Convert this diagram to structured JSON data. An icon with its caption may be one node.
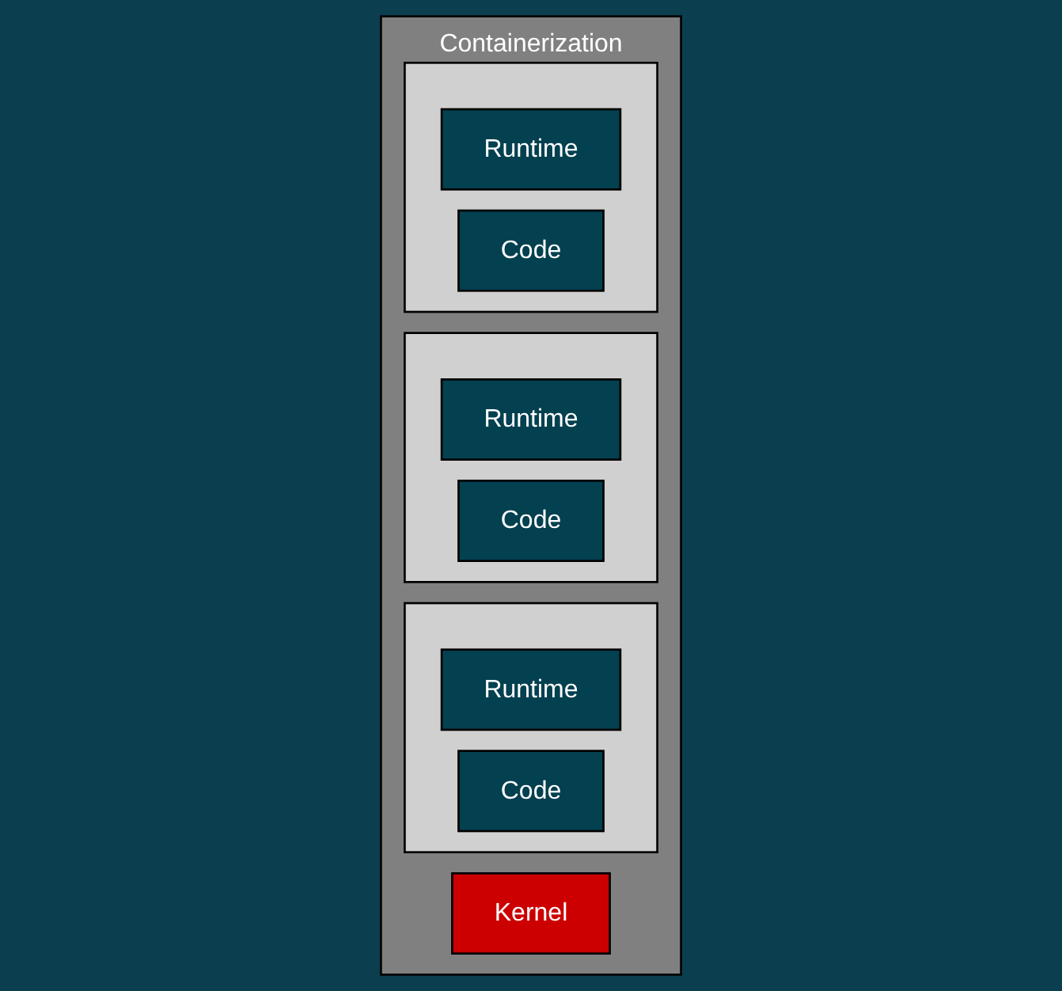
{
  "diagram": {
    "nodes": [
      {
        "text": [
          "Containerization"
        ]
      },
      {
        "text": [
          "Kernel"
        ],
        "in": 0
      },
      {
        "text": [],
        "shape": "box",
        "in": 0
      },
      {
        "text": [
          "Runtime"
        ],
        "in": 2
      },
      {
        "text": [
          "Code"
        ],
        "in": 2
      },
      {
        "text": [],
        "shape": "box",
        "in": 0
      },
      {
        "text": [
          "Runtime"
        ],
        "in": 5
      },
      {
        "text": [
          "Code"
        ],
        "in": 5
      },
      {
        "text": [],
        "shape": "box",
        "in": 0
      },
      {
        "text": [
          "Runtime"
        ],
        "in": 8
      },
      {
        "text": [
          "Code"
        ],
        "in": 8
      }
    ]
  }
}
